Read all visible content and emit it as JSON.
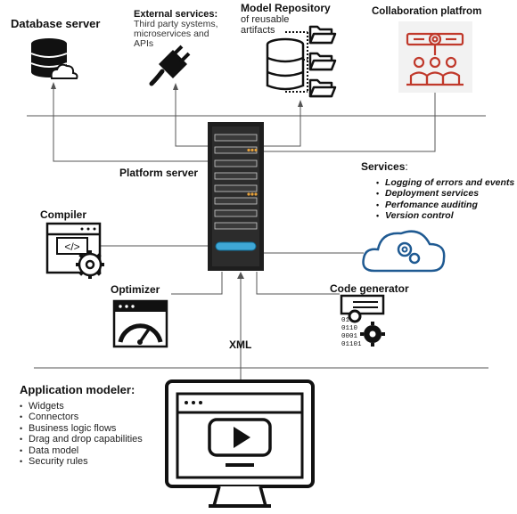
{
  "database": {
    "title": "Database server"
  },
  "external": {
    "title": "External services:",
    "lines": [
      "Third party systems,",
      "microservices and",
      "APIs"
    ]
  },
  "repository": {
    "title": "Model Repository",
    "lines": [
      "of reusable",
      "artifacts"
    ]
  },
  "collab": {
    "title": "Collaboration platfrom"
  },
  "platform": {
    "title": "Platform server"
  },
  "services": {
    "title": "Services",
    "colon": ":",
    "items": [
      "Logging of errors and events",
      "Deployment services",
      "Perfomance auditing",
      "Version control"
    ]
  },
  "compiler": {
    "title": "Compiler",
    "glyph": "</>"
  },
  "optimizer": {
    "title": "Optimizer"
  },
  "codegen": {
    "title": "Code generator",
    "bits": [
      "01",
      "0110",
      "0001",
      "01101"
    ]
  },
  "xml": {
    "label": "XML"
  },
  "modeler": {
    "title": "Application modeler:",
    "items": [
      "Widgets",
      "Connectors",
      "Business logic flows",
      "Drag and drop capabilities",
      "Data model",
      "Security rules"
    ]
  },
  "colors": {
    "line": "#555555",
    "ink": "#111111",
    "cloud": "#1f5a92",
    "collab": "#c0392b",
    "server": "#1e1e1e",
    "led": "#e8a23a",
    "drive": "#3fa7d6"
  }
}
